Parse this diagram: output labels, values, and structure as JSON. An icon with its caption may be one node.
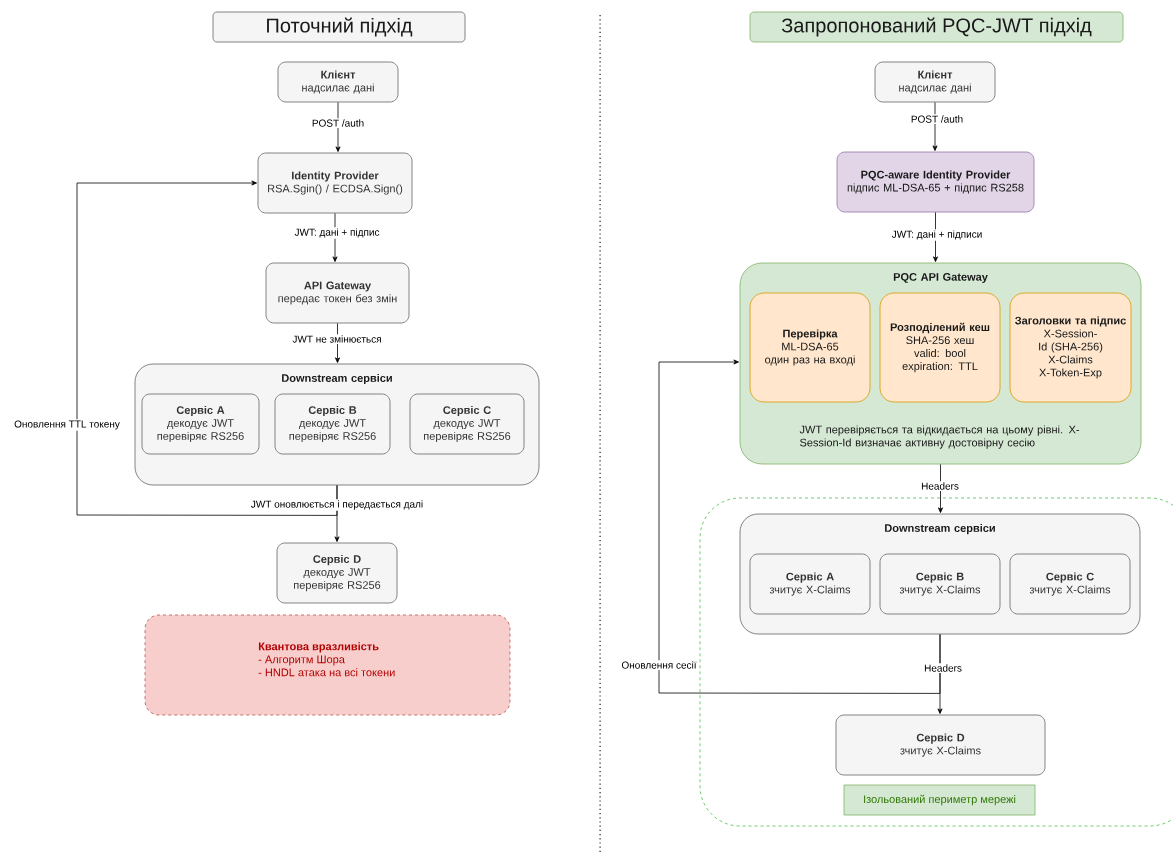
{
  "diagram": {
    "nodes": [
      {
        "text": [
          "Поточний підхід"
        ]
      },
      {
        "text": [
          "Клієнт",
          "надсилає дані"
        ]
      },
      {
        "text": [
          "Identity Provider",
          "RSA.Sgin() / ECDSA.Sign()"
        ]
      },
      {
        "text": [
          "API Gateway",
          "передає токен без змін"
        ]
      },
      {
        "text": [
          "Downstream сервіси"
        ]
      },
      {
        "text": [
          "Сервіс A",
          "декодує JWT",
          "перевіряє RS256"
        ],
        "in": 4
      },
      {
        "text": [
          "Сервіс B",
          "декодує JWT",
          "перевіряє RS256"
        ],
        "in": 4
      },
      {
        "text": [
          "Сервіс C",
          "декодує JWT",
          "перевіряє RS256"
        ],
        "in": 4
      },
      {
        "text": [
          "Сервіс D",
          "декодує JWT",
          "перевіряє RS256"
        ]
      },
      {
        "text": [
          "Квантова вразливість",
          "- Алгоритм Шора",
          "- HNDL атака на всі токени"
        ]
      },
      {
        "text": [
          "Запропонований PQC-JWT підхід"
        ]
      },
      {
        "text": [
          "Клієнт",
          "надсилає дані"
        ]
      },
      {
        "text": [
          "PQC-aware Identity Provider",
          "підпис ML-DSA-65 + підпис RS258"
        ]
      },
      {
        "text": [
          "PQC API Gateway",
          "JWT перевіряється та відкидається на цьому рівні. X-Session-Id визначає активну достовірну сесію"
        ]
      },
      {
        "text": [
          "Перевірка",
          "ML-DSA-65",
          "один раз на вході"
        ],
        "in": 13
      },
      {
        "text": [
          "Розподілений кеш",
          "SHA-256 хеш",
          "valid: bool",
          "expiration: TTL"
        ],
        "in": 13
      },
      {
        "text": [
          "Заголовки та підпис",
          "X-Session-Id (SHA-256)",
          "X-Claims",
          "X-Token-Exp"
        ],
        "in": 13
      },
      {
        "text": [],
        "shape": "box"
      },
      {
        "text": [
          "Downstream сервіси"
        ],
        "in": 17
      },
      {
        "text": [
          "Сервіс A",
          "зчитує X-Claims"
        ],
        "in": 18
      },
      {
        "text": [
          "Сервіс B",
          "зчитує X-Claims"
        ],
        "in": 18
      },
      {
        "text": [
          "Сервіс C",
          "зчитує X-Claims"
        ],
        "in": 18
      },
      {
        "text": [
          "Сервіс D",
          "зчитує X-Claims"
        ],
        "in": 17
      },
      {
        "text": [
          "Ізольований периметр мережі"
        ],
        "in": 17
      }
    ],
    "edges": [
      {
        "from": 1,
        "to": 2,
        "arrow": "to",
        "label": "POST /auth"
      },
      {
        "from": 2,
        "to": 3,
        "arrow": "to",
        "label": "JWT: дані + підпис"
      },
      {
        "from": 3,
        "to": 4,
        "arrow": "to",
        "label": "JWT не змінюється"
      },
      {
        "from": 4,
        "to": 8,
        "arrow": "to",
        "label": "JWT оновлюється і передається далі"
      },
      {
        "from": 4,
        "to": 2,
        "arrow": "to",
        "label": "Оновлення TTL токену"
      },
      {
        "from": 11,
        "to": 12,
        "arrow": "to",
        "label": "POST /auth"
      },
      {
        "from": 12,
        "to": 13,
        "arrow": "to",
        "label": "JWT: дані + підписи"
      },
      {
        "from": 13,
        "to": 18,
        "arrow": "to",
        "label": "Headers"
      },
      {
        "from": 18,
        "to": 22,
        "arrow": "to",
        "label": "Headers"
      },
      {
        "from": 18,
        "to": 13,
        "arrow": "to",
        "label": "Оновлення сесії"
      }
    ]
  }
}
